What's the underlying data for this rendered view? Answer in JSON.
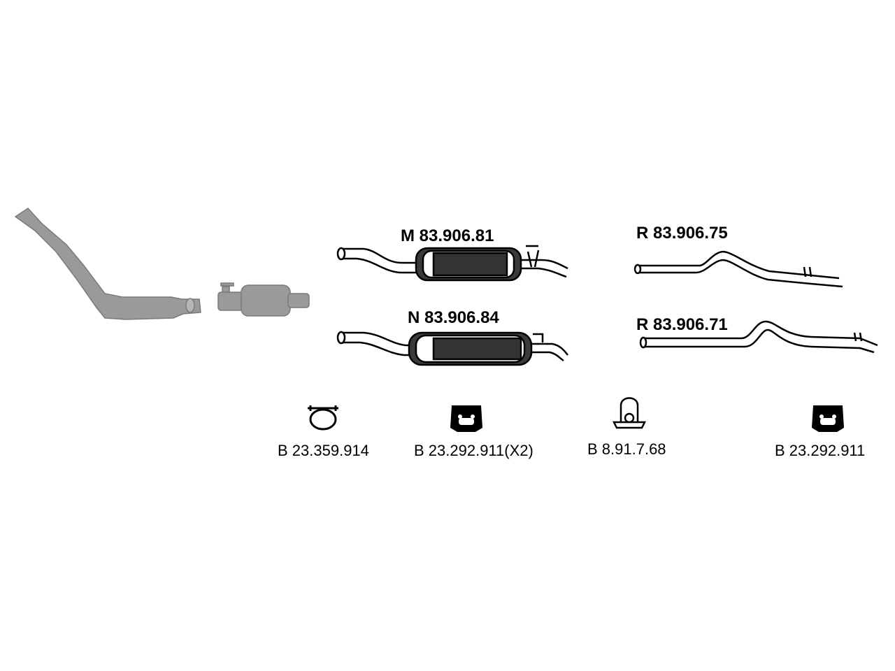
{
  "parts": [
    {
      "id": "middle-muffler",
      "label": "M 83.906.81"
    },
    {
      "id": "middle-muffler-alt",
      "label": "N 83.906.84"
    },
    {
      "id": "rear-pipe-1",
      "label": "R 83.906.75"
    },
    {
      "id": "rear-pipe-2",
      "label": "R 83.906.71"
    }
  ],
  "fittings": [
    {
      "id": "clamp",
      "label": "B 23.359.914",
      "icon": "clamp-icon"
    },
    {
      "id": "rubber-hanger-x2",
      "label": "B 23.292.911(X2)",
      "icon": "rubber-hanger-icon"
    },
    {
      "id": "u-bolt-clamp",
      "label": "B 8.91.7.68",
      "icon": "u-bolt-icon"
    },
    {
      "id": "rubber-hanger",
      "label": "B 23.292.911",
      "icon": "rubber-hanger-icon"
    }
  ],
  "colors": {
    "greyed_parts": "#9a9a9a",
    "line": "#000000",
    "muffler_fill": "#3a3a3a"
  }
}
